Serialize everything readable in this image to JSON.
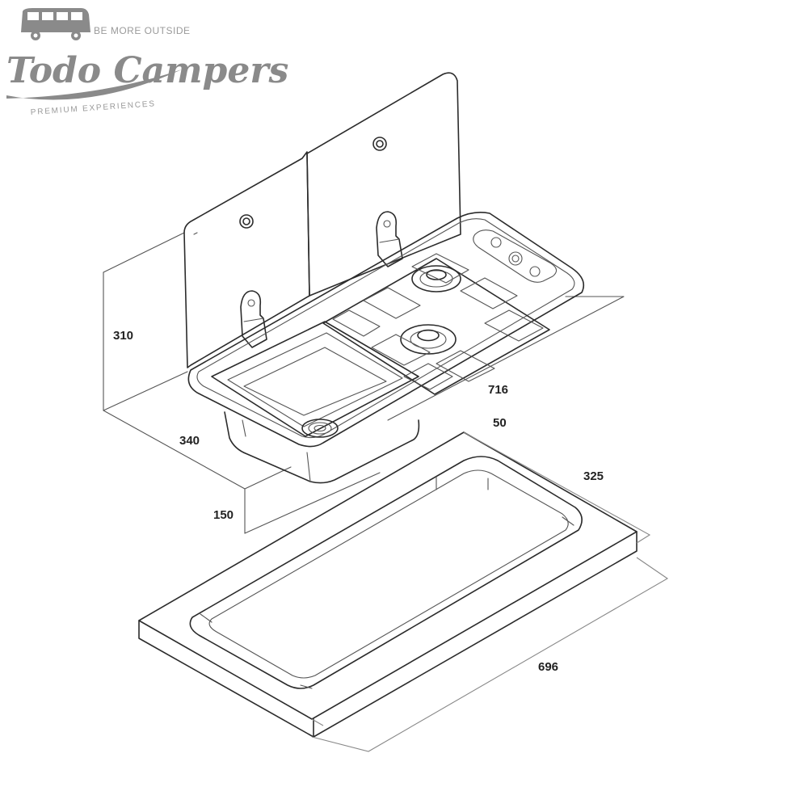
{
  "logo": {
    "brand": "Todo Campers",
    "tagline_top": "BE MORE OUTSIDE",
    "tagline_bottom": "PREMIUM EXPERIENCES",
    "color": "#8a8a8a"
  },
  "dimensions": {
    "height_panel": "310",
    "depth": "340",
    "width_top": "716",
    "rim": "50",
    "cutout_depth": "325",
    "bowl_depth": "150",
    "cutout_width": "696"
  },
  "colors": {
    "line": "#2b2b2b",
    "text": "#222222",
    "background": "#ffffff"
  }
}
